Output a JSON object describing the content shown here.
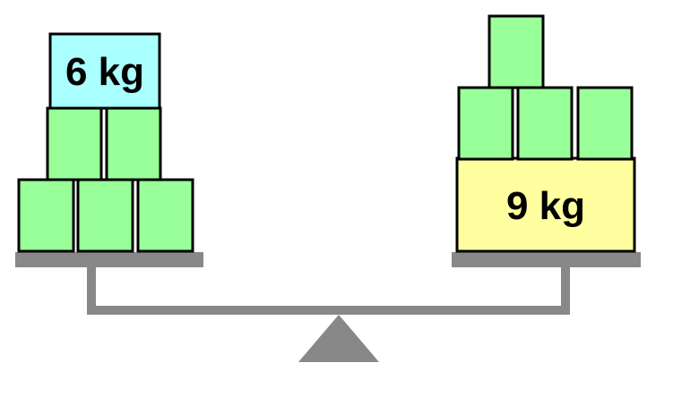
{
  "scale": {
    "left_pan": {
      "known_weight_label": "6 kg",
      "known_weight_color": "#aaffff",
      "unknown_block_count": 5
    },
    "right_pan": {
      "known_weight_label": "9 kg",
      "known_weight_color": "#ffffa0",
      "unknown_block_count": 4
    },
    "colors": {
      "unknown_block": "#99ff99",
      "frame": "#888888",
      "outline": "#000000"
    }
  }
}
